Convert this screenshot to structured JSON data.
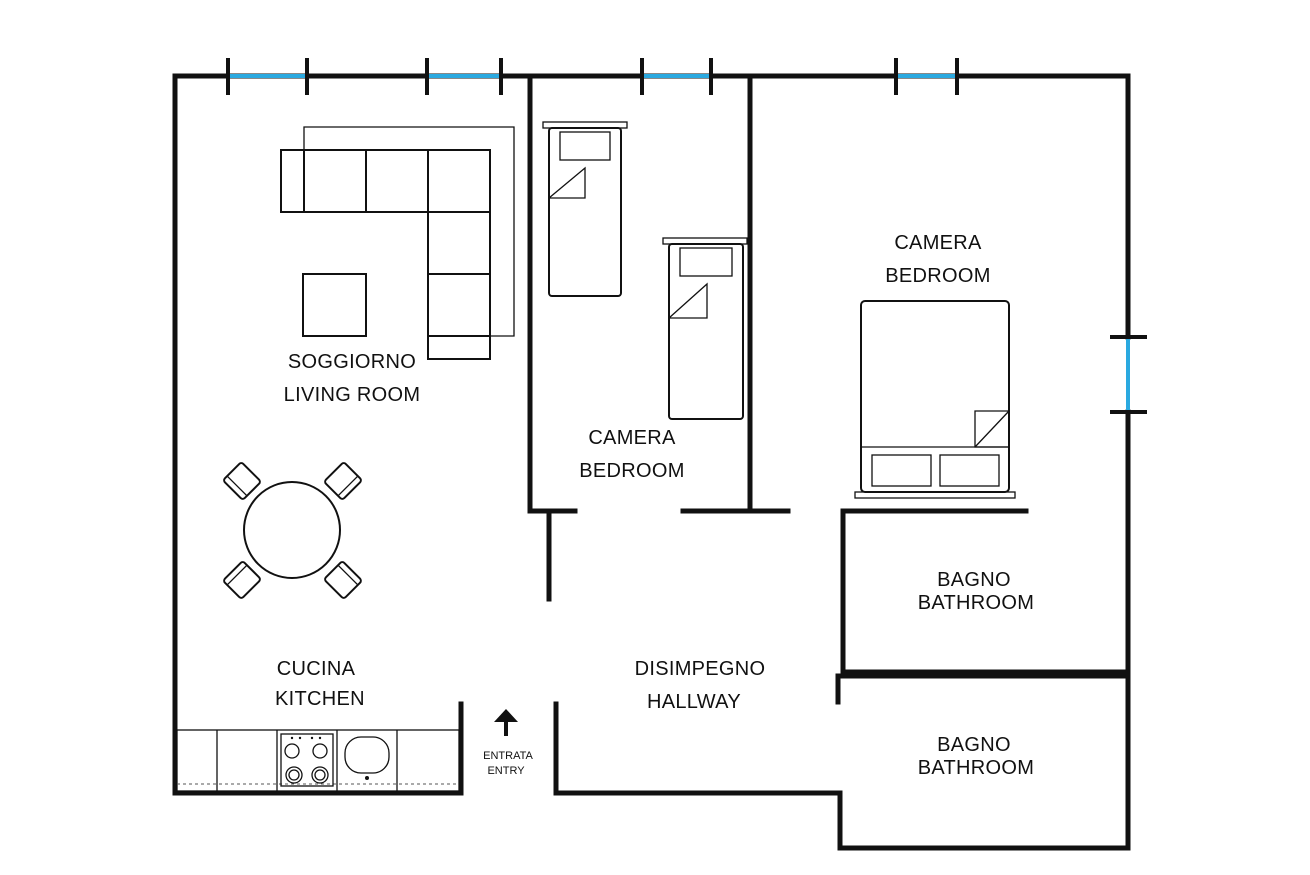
{
  "rooms": {
    "living": {
      "line1": "SOGGIORNO",
      "line2": "LIVING ROOM"
    },
    "bedroom_small": {
      "line1": "CAMERA",
      "line2": "BEDROOM"
    },
    "bedroom_large": {
      "line1": "CAMERA",
      "line2": "BEDROOM"
    },
    "kitchen": {
      "line1": "CUCINA",
      "line2": "KITCHEN"
    },
    "hallway": {
      "line1": "DISIMPEGNO",
      "line2": "HALLWAY"
    },
    "bathroom_upper": {
      "line1": "BAGNO",
      "line2": "BATHROOM"
    },
    "bathroom_lower": {
      "line1": "BAGNO",
      "line2": "BATHROOM"
    }
  },
  "entry": {
    "line1": "ENTRATA",
    "line2": "ENTRY"
  },
  "colors": {
    "wall": "#111111",
    "window": "#2aa9e0",
    "background": "#ffffff"
  }
}
